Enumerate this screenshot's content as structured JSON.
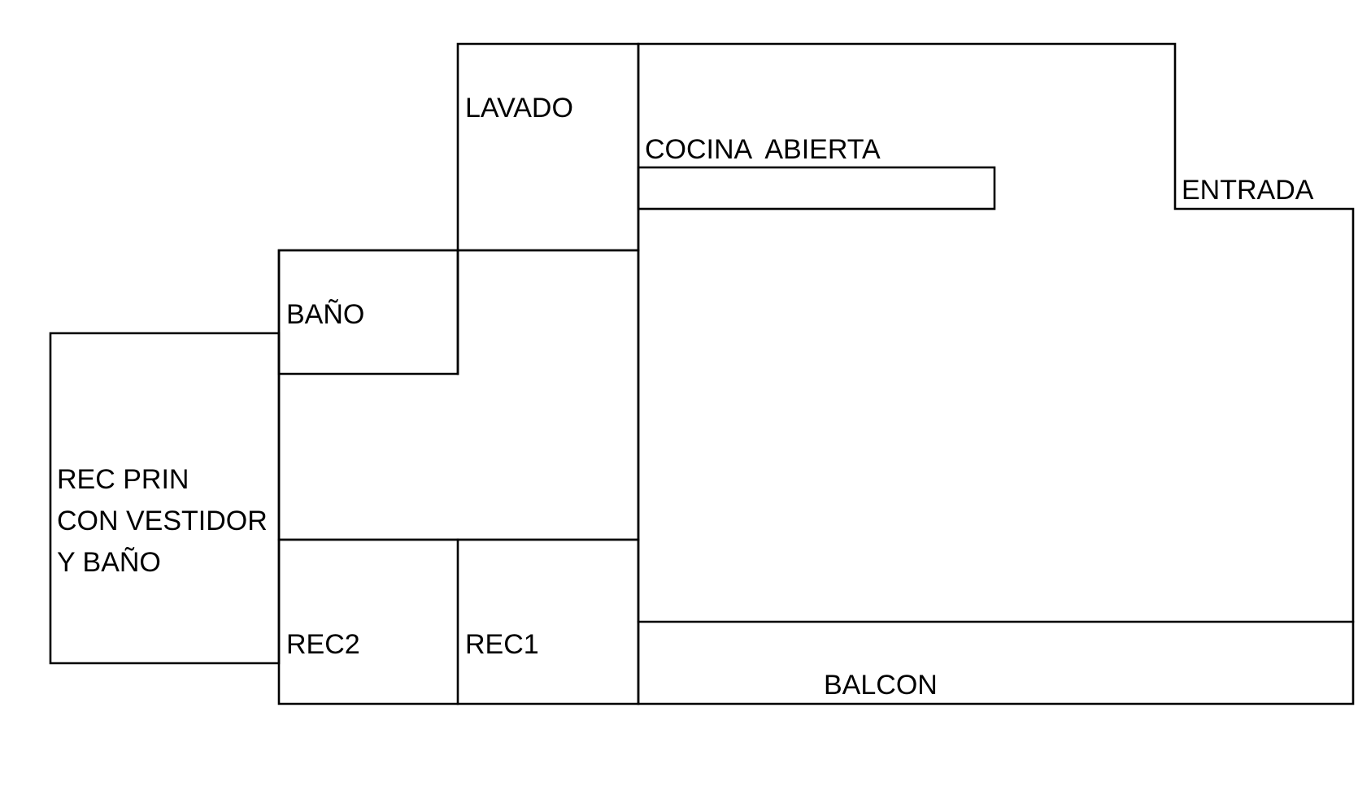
{
  "plan": {
    "colors": {
      "wall": "#000000",
      "text": "#000000",
      "background": "#ffffff"
    },
    "labels": {
      "lavado": "LAVADO",
      "cocina": "COCINA  ABIERTA",
      "entrada": "ENTRADA",
      "bano": "BAÑO",
      "rec_prin": [
        "REC PRIN",
        "CON VESTIDOR",
        "Y BAÑO"
      ],
      "rec2": "REC2",
      "rec1": "REC1",
      "balcon": "BALCON"
    }
  }
}
